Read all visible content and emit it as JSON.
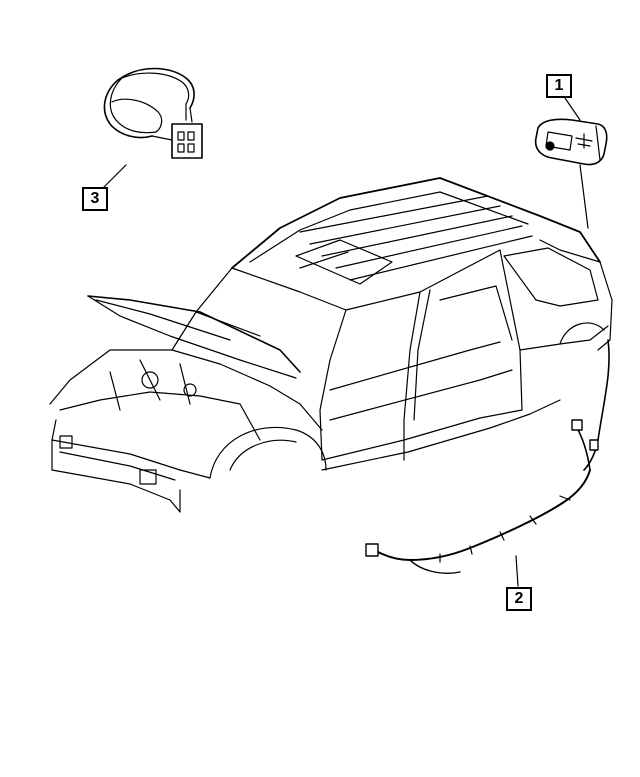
{
  "diagram": {
    "callouts": [
      {
        "id": "callout-1",
        "label": "1",
        "part": "connector-module"
      },
      {
        "id": "callout-2",
        "label": "2",
        "part": "rear-wiring-harness"
      },
      {
        "id": "callout-3",
        "label": "3",
        "part": "connector-pigtail"
      }
    ],
    "colors": {
      "line": "#000000",
      "background": "#ffffff"
    }
  }
}
